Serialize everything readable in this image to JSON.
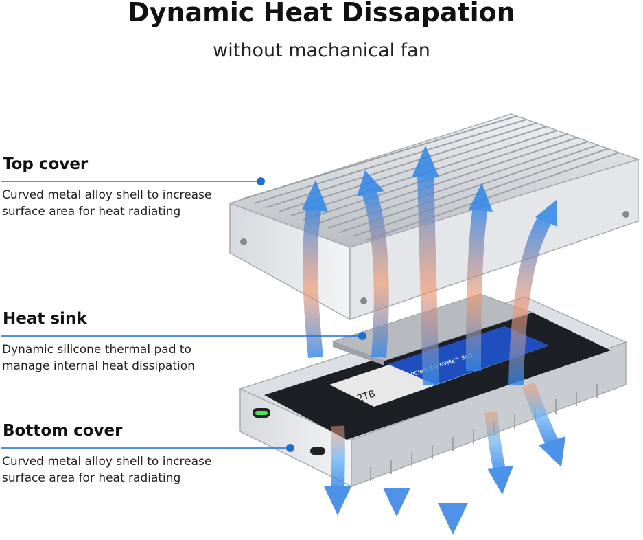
{
  "title": "Dynamic Heat Dissapation",
  "subtitle": "without machanical fan",
  "callouts": [
    {
      "title": "Top cover",
      "desc_line1": "Curved metal alloy shell to increase",
      "desc_line2": "surface area for heat radiating"
    },
    {
      "title": "Heat sink",
      "desc_line1": "Dynamic silicone thermal pad to",
      "desc_line2": "manage internal heat dissipation"
    },
    {
      "title": "Bottom cover",
      "desc_line1": "Curved metal alloy shell to increase",
      "desc_line2": "surface area for heat radiating"
    }
  ],
  "ssd_label": {
    "brand": "PCIe® 4.0 NVMe™ SSD",
    "capacity": "2TB"
  },
  "colors": {
    "leader_line": "#1f6fd1",
    "arrow_blue": "#3d8fe8",
    "arrow_orange": "#f08a5d",
    "metal": "#c9ccd1",
    "pcb": "#1c1f24",
    "ssd_blue": "#1f4fbf"
  },
  "icons": [
    "usb-c-port-icon",
    "heat-arrow-icon"
  ]
}
